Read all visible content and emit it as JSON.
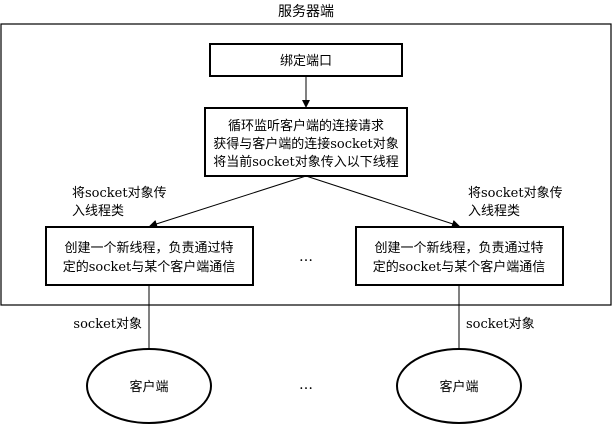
{
  "title": "服务器端",
  "nodes": {
    "bind_port": "绑定端口",
    "loop": [
      "循环监听客户端的连接请求",
      "获得与客户端的连接socket对象",
      "将当前socket对象传入以下线程"
    ],
    "thread_left": [
      "创建一个新线程，负责通过特",
      "定的socket与某个客户端通信"
    ],
    "thread_right": [
      "创建一个新线程，负责通过特",
      "定的socket与某个客户端通信"
    ],
    "client_left": "客户端",
    "client_right": "客户端"
  },
  "edges": {
    "pass_left": [
      "将socket对象传",
      "入线程类"
    ],
    "pass_right": [
      "将socket对象传",
      "入线程类"
    ],
    "socket_left": "socket对象",
    "socket_right": "socket对象"
  },
  "ellipsis_threads": "…",
  "ellipsis_clients": "…",
  "colors": {
    "stroke": "#000000",
    "background": "#ffffff"
  }
}
